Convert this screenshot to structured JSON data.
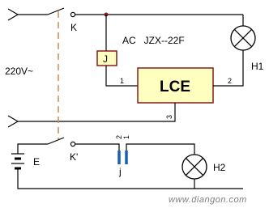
{
  "colors": {
    "wire": "#000000",
    "component_outline": "#8b1a1a",
    "component_fill": "#ffffc0",
    "dashed_link": "#d08a50",
    "junction": "#8b1a1a",
    "lamp_fill": "#ffffff",
    "lamp_stroke": "#000000"
  },
  "labels": {
    "switch_k": "K",
    "relay_j": "J",
    "relay_model": "AC   JZX--22F",
    "module": "LCE",
    "lamp_h1": "H1",
    "voltage": "220V~",
    "switch_k2": "K'",
    "battery": "E",
    "capacitor": "j",
    "lamp_h2": "H2",
    "watermark": "www.diangon.com"
  },
  "pins": {
    "module_pin1": "1",
    "module_pin2": "2",
    "module_pin3": "3",
    "contact_pin2": "2",
    "contact_pin1": "1"
  }
}
